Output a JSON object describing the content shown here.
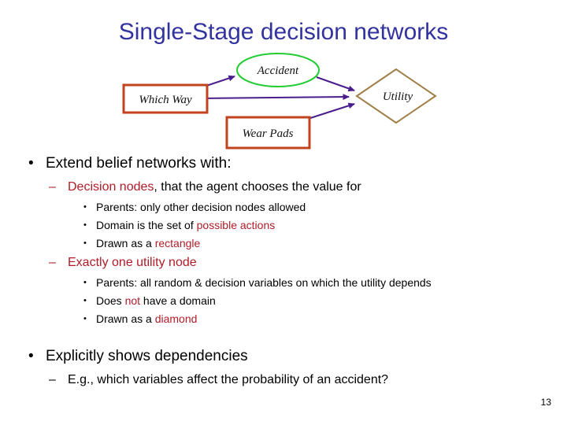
{
  "slide": {
    "title": "Single-Stage decision networks",
    "page_number": "13",
    "title_color": "#3333A0",
    "highlight_color": "#B01C28"
  },
  "diagram": {
    "name": "single-stage-decision-network",
    "colors": {
      "decision_node_border": "#C1441E",
      "chance_node_border": "#22CC33",
      "utility_node_border": "#A08048",
      "arrow": "#4A1E8C"
    },
    "nodes": [
      {
        "id": "which-way",
        "label": "Which Way",
        "shape": "rectangle",
        "type": "decision"
      },
      {
        "id": "wear-pads",
        "label": "Wear Pads",
        "shape": "rectangle",
        "type": "decision"
      },
      {
        "id": "accident",
        "label": "Accident",
        "shape": "ellipse",
        "type": "chance"
      },
      {
        "id": "utility",
        "label": "Utility",
        "shape": "diamond",
        "type": "utility"
      }
    ],
    "edges": [
      {
        "from": "which-way",
        "to": "accident"
      },
      {
        "from": "which-way",
        "to": "utility"
      },
      {
        "from": "accident",
        "to": "utility"
      },
      {
        "from": "wear-pads",
        "to": "utility"
      }
    ]
  },
  "content": {
    "b1": "Extend belief networks with:",
    "b1_s1_lead": "Decision nodes",
    "b1_s1_rest": ", that the agent chooses the value for",
    "b1_s1_i1": "Parents: only other decision nodes allowed",
    "b1_s1_i2_pre": "Domain is the set of ",
    "b1_s1_i2_hl": "possible actions",
    "b1_s1_i3_pre": "Drawn as a ",
    "b1_s1_i3_hl": "rectangle",
    "b1_s2": "Exactly one utility node",
    "b1_s2_i1": "Parents: all random & decision  variables on which the utility depends",
    "b1_s2_i2_pre": "Does ",
    "b1_s2_i2_hl": "not",
    "b1_s2_i2_post": " have a domain",
    "b1_s2_i3_pre": "Drawn as a ",
    "b1_s2_i3_hl": "diamond",
    "b2": "Explicitly shows dependencies",
    "b2_s1": "E.g., which variables affect the probability of an accident?"
  }
}
